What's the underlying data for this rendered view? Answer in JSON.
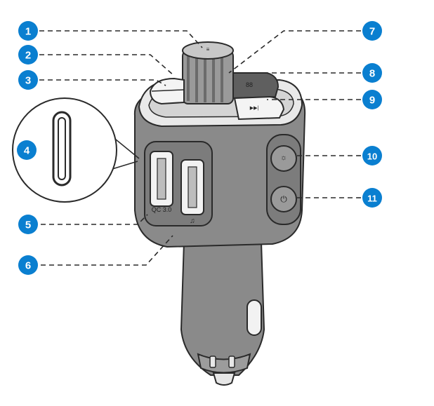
{
  "colors": {
    "callout": "#0a7fd0",
    "body": "#8a8a8a",
    "body_dark": "#6e6e6e",
    "outline": "#2a2a2a",
    "cap": "#e9e9e9",
    "knob": "#9a9a9a"
  },
  "port_labels": {
    "usb_left": "QC 3.0",
    "usb_right": "♫"
  },
  "callouts": [
    {
      "num": "1",
      "target": "knob-top"
    },
    {
      "num": "2",
      "target": "left-button-upper"
    },
    {
      "num": "3",
      "target": "left-button-lower"
    },
    {
      "num": "4",
      "target": "usb-c-port"
    },
    {
      "num": "5",
      "target": "usb-a-port-qc"
    },
    {
      "num": "6",
      "target": "usb-a-port-music"
    },
    {
      "num": "7",
      "target": "knob-side"
    },
    {
      "num": "8",
      "target": "display"
    },
    {
      "num": "9",
      "target": "right-button"
    },
    {
      "num": "10",
      "target": "light-button"
    },
    {
      "num": "11",
      "target": "power-button"
    }
  ]
}
